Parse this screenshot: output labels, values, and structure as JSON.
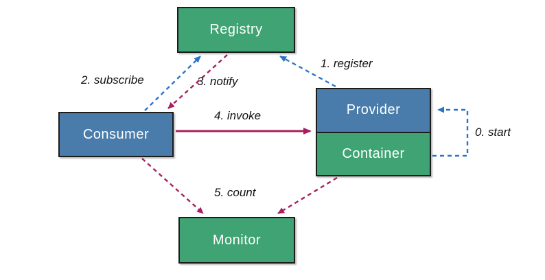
{
  "diagram": {
    "nodes": {
      "registry": {
        "label": "Registry"
      },
      "consumer": {
        "label": "Consumer"
      },
      "provider": {
        "label": "Provider"
      },
      "container": {
        "label": "Container"
      },
      "monitor": {
        "label": "Monitor"
      }
    },
    "edges": {
      "start": {
        "label": "0. start",
        "from": "container",
        "to": "provider",
        "style": "dashed",
        "color": "blue"
      },
      "register": {
        "label": "1. register",
        "from": "provider",
        "to": "registry",
        "style": "dashed",
        "color": "blue"
      },
      "subscribe": {
        "label": "2. subscribe",
        "from": "consumer",
        "to": "registry",
        "style": "dashed",
        "color": "blue"
      },
      "notify": {
        "label": "3. notify",
        "from": "registry",
        "to": "consumer",
        "style": "dashed",
        "color": "crimson"
      },
      "invoke": {
        "label": "4. invoke",
        "from": "consumer",
        "to": "provider",
        "style": "solid",
        "color": "crimson"
      },
      "count": {
        "label": "5. count",
        "from": "consumer, provider",
        "to": "monitor",
        "style": "dashed",
        "color": "crimson"
      }
    },
    "colors": {
      "background": "#ffffff",
      "node_green": "#3fa373",
      "node_blue": "#4a7cab",
      "node_border": "#1c1c1c",
      "node_text": "#ffffff",
      "arrow_blue": "#2a74c6",
      "arrow_crimson": "#a81e5e",
      "label_text": "#111111"
    }
  }
}
